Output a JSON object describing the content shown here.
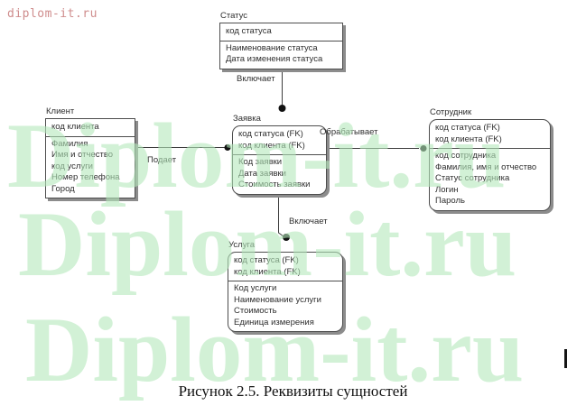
{
  "page": {
    "corner_logo": "diplom-it.ru",
    "watermark_text": "Diplom-it.ru",
    "caption": "Рисунок 2.5. Реквизиты сущностей",
    "colors": {
      "watermark_green": "#b4e8ba",
      "corner_logo_pink": "#cf8d8d",
      "box_border": "#4d4d4d",
      "box_shadow": "#8c8c8c",
      "diagram_text": "#2e2e2e"
    }
  },
  "entities": {
    "status": {
      "title": "Статус",
      "keys": [
        "код статуса"
      ],
      "attrs": [
        "Наименование статуса",
        "Дата изменения статуса"
      ]
    },
    "client": {
      "title": "Клиент",
      "keys": [
        "код клиента"
      ],
      "attrs": [
        "Фамилия",
        "Имя и отчество",
        "код услуги",
        "Номер телефона",
        "Город"
      ]
    },
    "request": {
      "title": "Заявка",
      "keys": [
        "код статуса (FK)",
        "код клиента (FK)"
      ],
      "attrs": [
        "Код заявки",
        "Дата заявки",
        "Стоимость заявки"
      ]
    },
    "employee": {
      "title": "Сотрудник",
      "keys": [
        "код статуса (FK)",
        "код клиента (FK)"
      ],
      "attrs": [
        "код сотрудника",
        "Фамилия, имя и отчество",
        "Статус сотрудника",
        "Логин",
        "Пароль"
      ]
    },
    "service": {
      "title": "Услуга",
      "keys": [
        "код статуса (FK)",
        "код клиента (FK)"
      ],
      "attrs": [
        "Код услуги",
        "Наименование услуги",
        "Стоимость",
        "Единица измерения"
      ]
    }
  },
  "relationships": {
    "status_request": "Включает",
    "client_request": "Подает",
    "request_employee": "Обрабатывает",
    "request_service": "Включает"
  }
}
